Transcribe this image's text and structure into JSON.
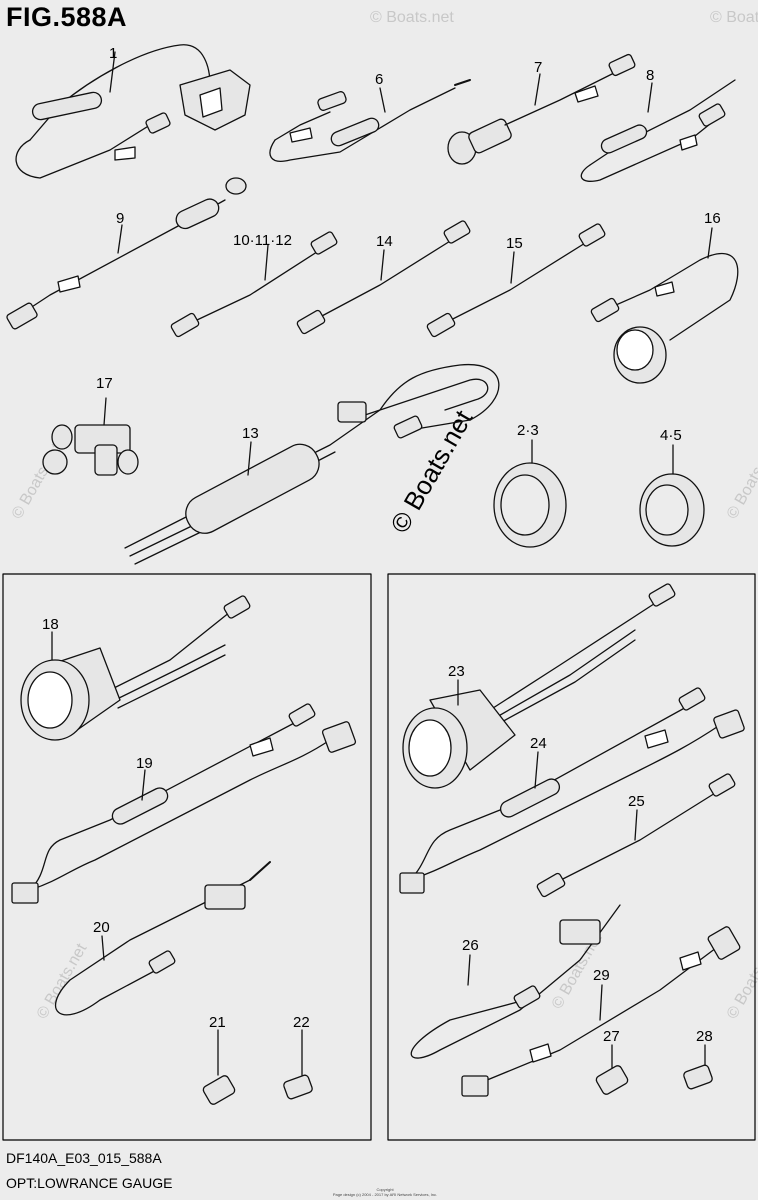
{
  "figure": {
    "title": "FIG.588A",
    "code": "DF140A_E03_015_588A",
    "subtitle": "OPT:LOWRANCE GAUGE",
    "copyright_line1": "Copyright",
    "copyright_line2": "Page design (c) 2004 - 2017 by ARI Network Services, Inc.",
    "watermark": "© Boats.net"
  },
  "callouts": {
    "c1": "1",
    "c6": "6",
    "c7": "7",
    "c8": "8",
    "c9": "9",
    "c10": "10·11·12",
    "c14": "14",
    "c15": "15",
    "c16": "16",
    "c17": "17",
    "c13": "13",
    "c23a": "2·3",
    "c45": "4·5",
    "c18": "18",
    "c19": "19",
    "c20": "20",
    "c21": "21",
    "c22": "22",
    "c23": "23",
    "c24": "24",
    "c25": "25",
    "c26": "26",
    "c29": "29",
    "c27": "27",
    "c28": "28"
  }
}
